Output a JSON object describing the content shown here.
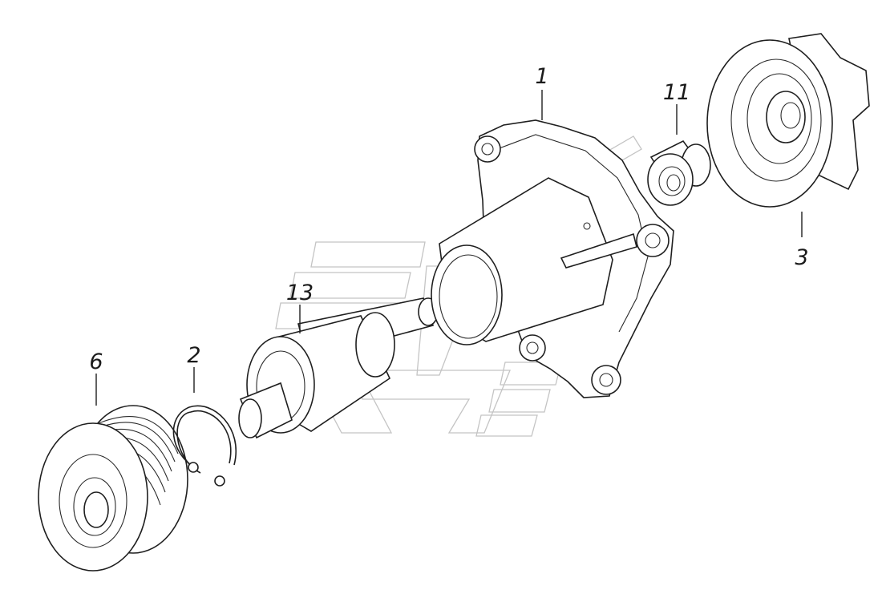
{
  "labels": {
    "housing": "1",
    "retaining_ring": "2",
    "impeller": "3",
    "pulley": "6",
    "seal": "11",
    "shaft_bearing": "13"
  }
}
